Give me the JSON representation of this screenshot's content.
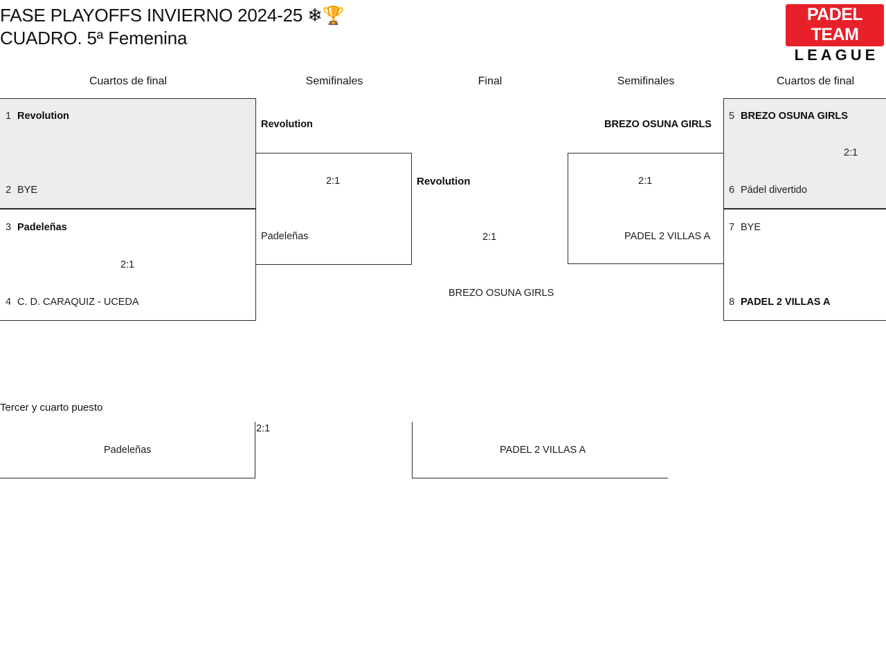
{
  "header": {
    "title": "FASE PLAYOFFS INVIERNO 2024-25 ❄🏆\nCUADRO. 5ª Femenina",
    "logo_top": "PADEL TEAM",
    "logo_bottom": "LEAGUE",
    "logo_red": "#e8202a"
  },
  "rounds": {
    "qf_left": "Cuartos de final",
    "sf_left": "Semifinales",
    "final": "Final",
    "sf_right": "Semifinales",
    "qf_right": "Cuartos de final"
  },
  "bracket": {
    "qf": [
      {
        "id": "qf1",
        "shaded": true,
        "slots": [
          {
            "seed": "1",
            "team": "Revolution",
            "winner": true
          },
          {
            "seed": "2",
            "team": "BYE",
            "winner": false
          }
        ],
        "score": ""
      },
      {
        "id": "qf2",
        "shaded": false,
        "slots": [
          {
            "seed": "3",
            "team": "Padeleñas",
            "winner": true
          },
          {
            "seed": "4",
            "team": "C. D. CARAQUIZ - UCEDA",
            "winner": false
          }
        ],
        "score": "2:1"
      },
      {
        "id": "qf3",
        "shaded": true,
        "slots": [
          {
            "seed": "5",
            "team": "BREZO OSUNA GIRLS",
            "winner": true
          },
          {
            "seed": "6",
            "team": "Pádel divertido",
            "winner": false
          }
        ],
        "score": "2:1"
      },
      {
        "id": "qf4",
        "shaded": false,
        "slots": [
          {
            "seed": "7",
            "team": "BYE",
            "winner": false
          },
          {
            "seed": "8",
            "team": "PADEL 2 VILLAS A",
            "winner": true
          }
        ],
        "score": ""
      }
    ],
    "sf_left": {
      "top_team": "Revolution",
      "top_winner": true,
      "bottom_team": "Padeleñas",
      "bottom_winner": false,
      "score": "2:1"
    },
    "sf_right": {
      "top_team": "BREZO OSUNA GIRLS",
      "top_winner": true,
      "bottom_team": "PADEL 2 VILLAS A",
      "bottom_winner": false,
      "score": "2:1"
    },
    "final": {
      "top_team": "Revolution",
      "top_winner": true,
      "bottom_team": "BREZO OSUNA GIRLS",
      "bottom_winner": false,
      "score": "2:1"
    }
  },
  "third_place": {
    "title": "Tercer y cuarto puesto",
    "left_team": "Padeleñas",
    "right_team": "PADEL 2 VILLAS A",
    "score": "2:1"
  }
}
